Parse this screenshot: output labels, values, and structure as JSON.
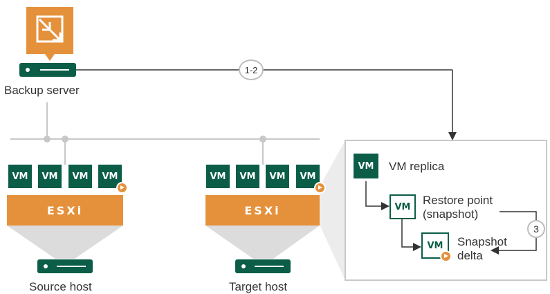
{
  "backup_server": {
    "label": "Backup server",
    "icon": "veeam-backup-server-icon"
  },
  "connector": {
    "label": "1-2"
  },
  "source_host": {
    "label": "Source host",
    "hypervisor": "ESXi",
    "vms": [
      "VM",
      "VM",
      "VM",
      "VM"
    ]
  },
  "target_host": {
    "label": "Target host",
    "hypervisor": "ESXi",
    "vms": [
      "VM",
      "VM",
      "VM",
      "VM"
    ]
  },
  "replica_panel": {
    "replica": {
      "vm": "VM",
      "label": "VM replica"
    },
    "restore_point": {
      "vm": "VM",
      "label_line1": "Restore point",
      "label_line2": "(snapshot)"
    },
    "snapshot_delta": {
      "vm": "VM",
      "label_line1": "Snapshot",
      "label_line2": "delta"
    },
    "step": "3"
  },
  "colors": {
    "green": "#0b5d48",
    "orange": "#e5913c",
    "gray": "#c8c8c8",
    "text": "#333333"
  }
}
